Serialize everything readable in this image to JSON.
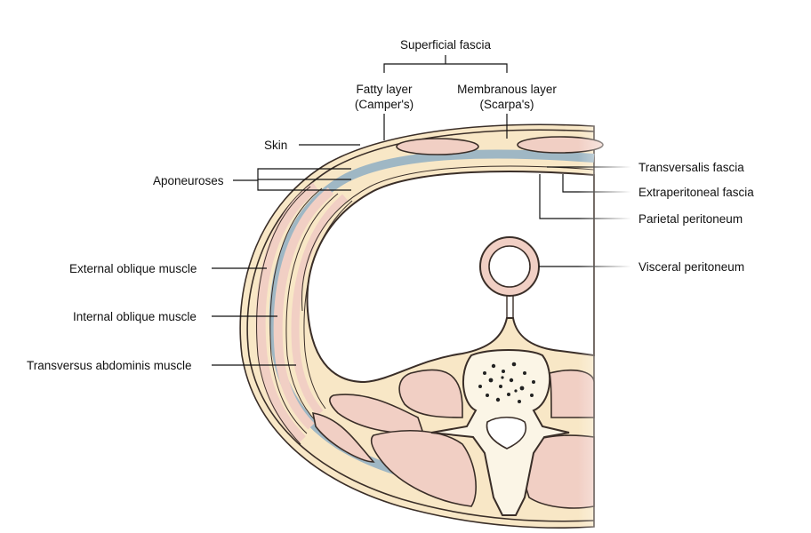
{
  "title": "Layers of the anterolateral abdominal wall (transverse section)",
  "labels": {
    "superficial_fascia": "Superficial fascia",
    "fatty_layer": "Fatty layer",
    "fatty_layer_sub": "(Camper's)",
    "membranous_layer": "Membranous layer",
    "membranous_layer_sub": "(Scarpa's)",
    "skin": "Skin",
    "aponeuroses": "Aponeuroses",
    "transversalis_fascia": "Transversalis fascia",
    "extraperitoneal_fascia": "Extraperitoneal fascia",
    "parietal_peritoneum": "Parietal peritoneum",
    "visceral_peritoneum": "Visceral peritoneum",
    "external_oblique": "External oblique muscle",
    "internal_oblique": "Internal oblique muscle",
    "transversus_abdominis": "Transversus abdominis muscle"
  },
  "colors": {
    "fat": "#f8e7c6",
    "muscle": "#f1cfc4",
    "fascia": "#dfeaf0",
    "outline": "#3a2e28"
  }
}
